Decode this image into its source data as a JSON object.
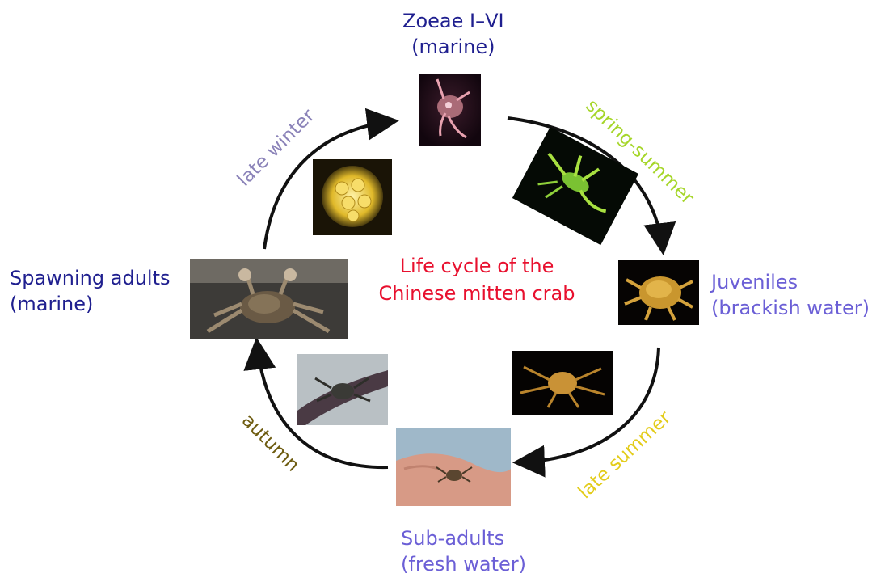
{
  "title": {
    "line1": "Life cycle of the",
    "line2": "Chinese mitten crab"
  },
  "stages": {
    "zoeae": {
      "line1": "Zoeae I–VI",
      "line2": "(marine)"
    },
    "juveniles": {
      "line1": "Juveniles",
      "line2": "(brackish water)"
    },
    "subadults": {
      "line1": "Sub-adults",
      "line2": "(fresh water)"
    },
    "spawning": {
      "line1": "Spawning adults",
      "line2": "(marine)"
    }
  },
  "seasons": {
    "spring_summer": "spring-summer",
    "late_summer": "late summer",
    "autumn": "autumn",
    "late_winter": "late winter"
  },
  "colors": {
    "title": "#e8102e",
    "marine_stage": "#1f1f8f",
    "other_stage": "#6b5fd6",
    "spring_summer": "#a6d62a",
    "late_summer": "#e3cc1a",
    "autumn": "#6e5c10",
    "late_winter": "#8a82b8",
    "arrow": "#111111"
  },
  "icons": [
    "zoea-larva-photo",
    "megalopa-photo",
    "juvenile-crab-photo",
    "young-crab-photo",
    "subadult-crab-in-hand-photo",
    "crab-on-rope-photo",
    "spawning-adult-crab-photo",
    "egg-mass-photo"
  ]
}
